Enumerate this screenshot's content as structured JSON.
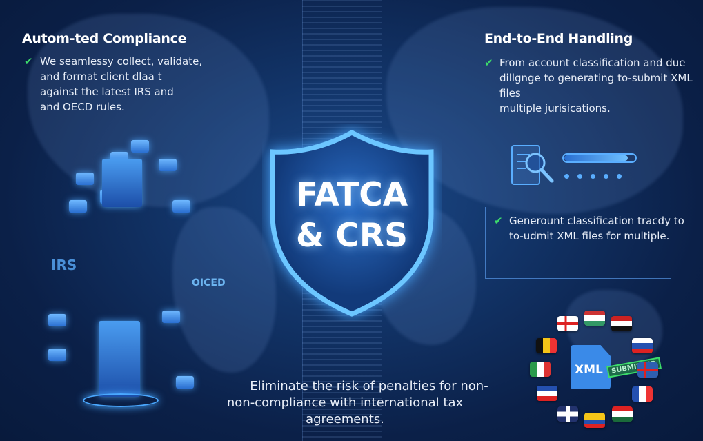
{
  "left_panel": {
    "title": "Autom-ted Compliance",
    "bullet": [
      "We seamlessy collect, validate,",
      "and format client dlaa t",
      "against the latest IRS and",
      "and OECD rules."
    ]
  },
  "right_panel": {
    "title": "End-to-End Handling",
    "bullet": [
      "From account classification and due",
      "dillgnge to generating to-submit XML files",
      "multiple jurisications."
    ],
    "bullet2": [
      "Generount classification tracdy to",
      "to-udmit XML files for multiple."
    ]
  },
  "shield": {
    "line1": "FATCA",
    "line2": "& CRS"
  },
  "labels": {
    "irs": "IRS",
    "oecd": "OICED"
  },
  "xml": {
    "label": "XML",
    "stamp": "SUBMITTED"
  },
  "footer": {
    "line1": "Eliminate the risk of penalties for non-",
    "line2": "non-compliance with international tax agreements."
  },
  "progress": {
    "value": 0.9
  },
  "colors": {
    "accent": "#4aa8ff",
    "check": "#3ddc6b",
    "background": "#0b2048"
  }
}
